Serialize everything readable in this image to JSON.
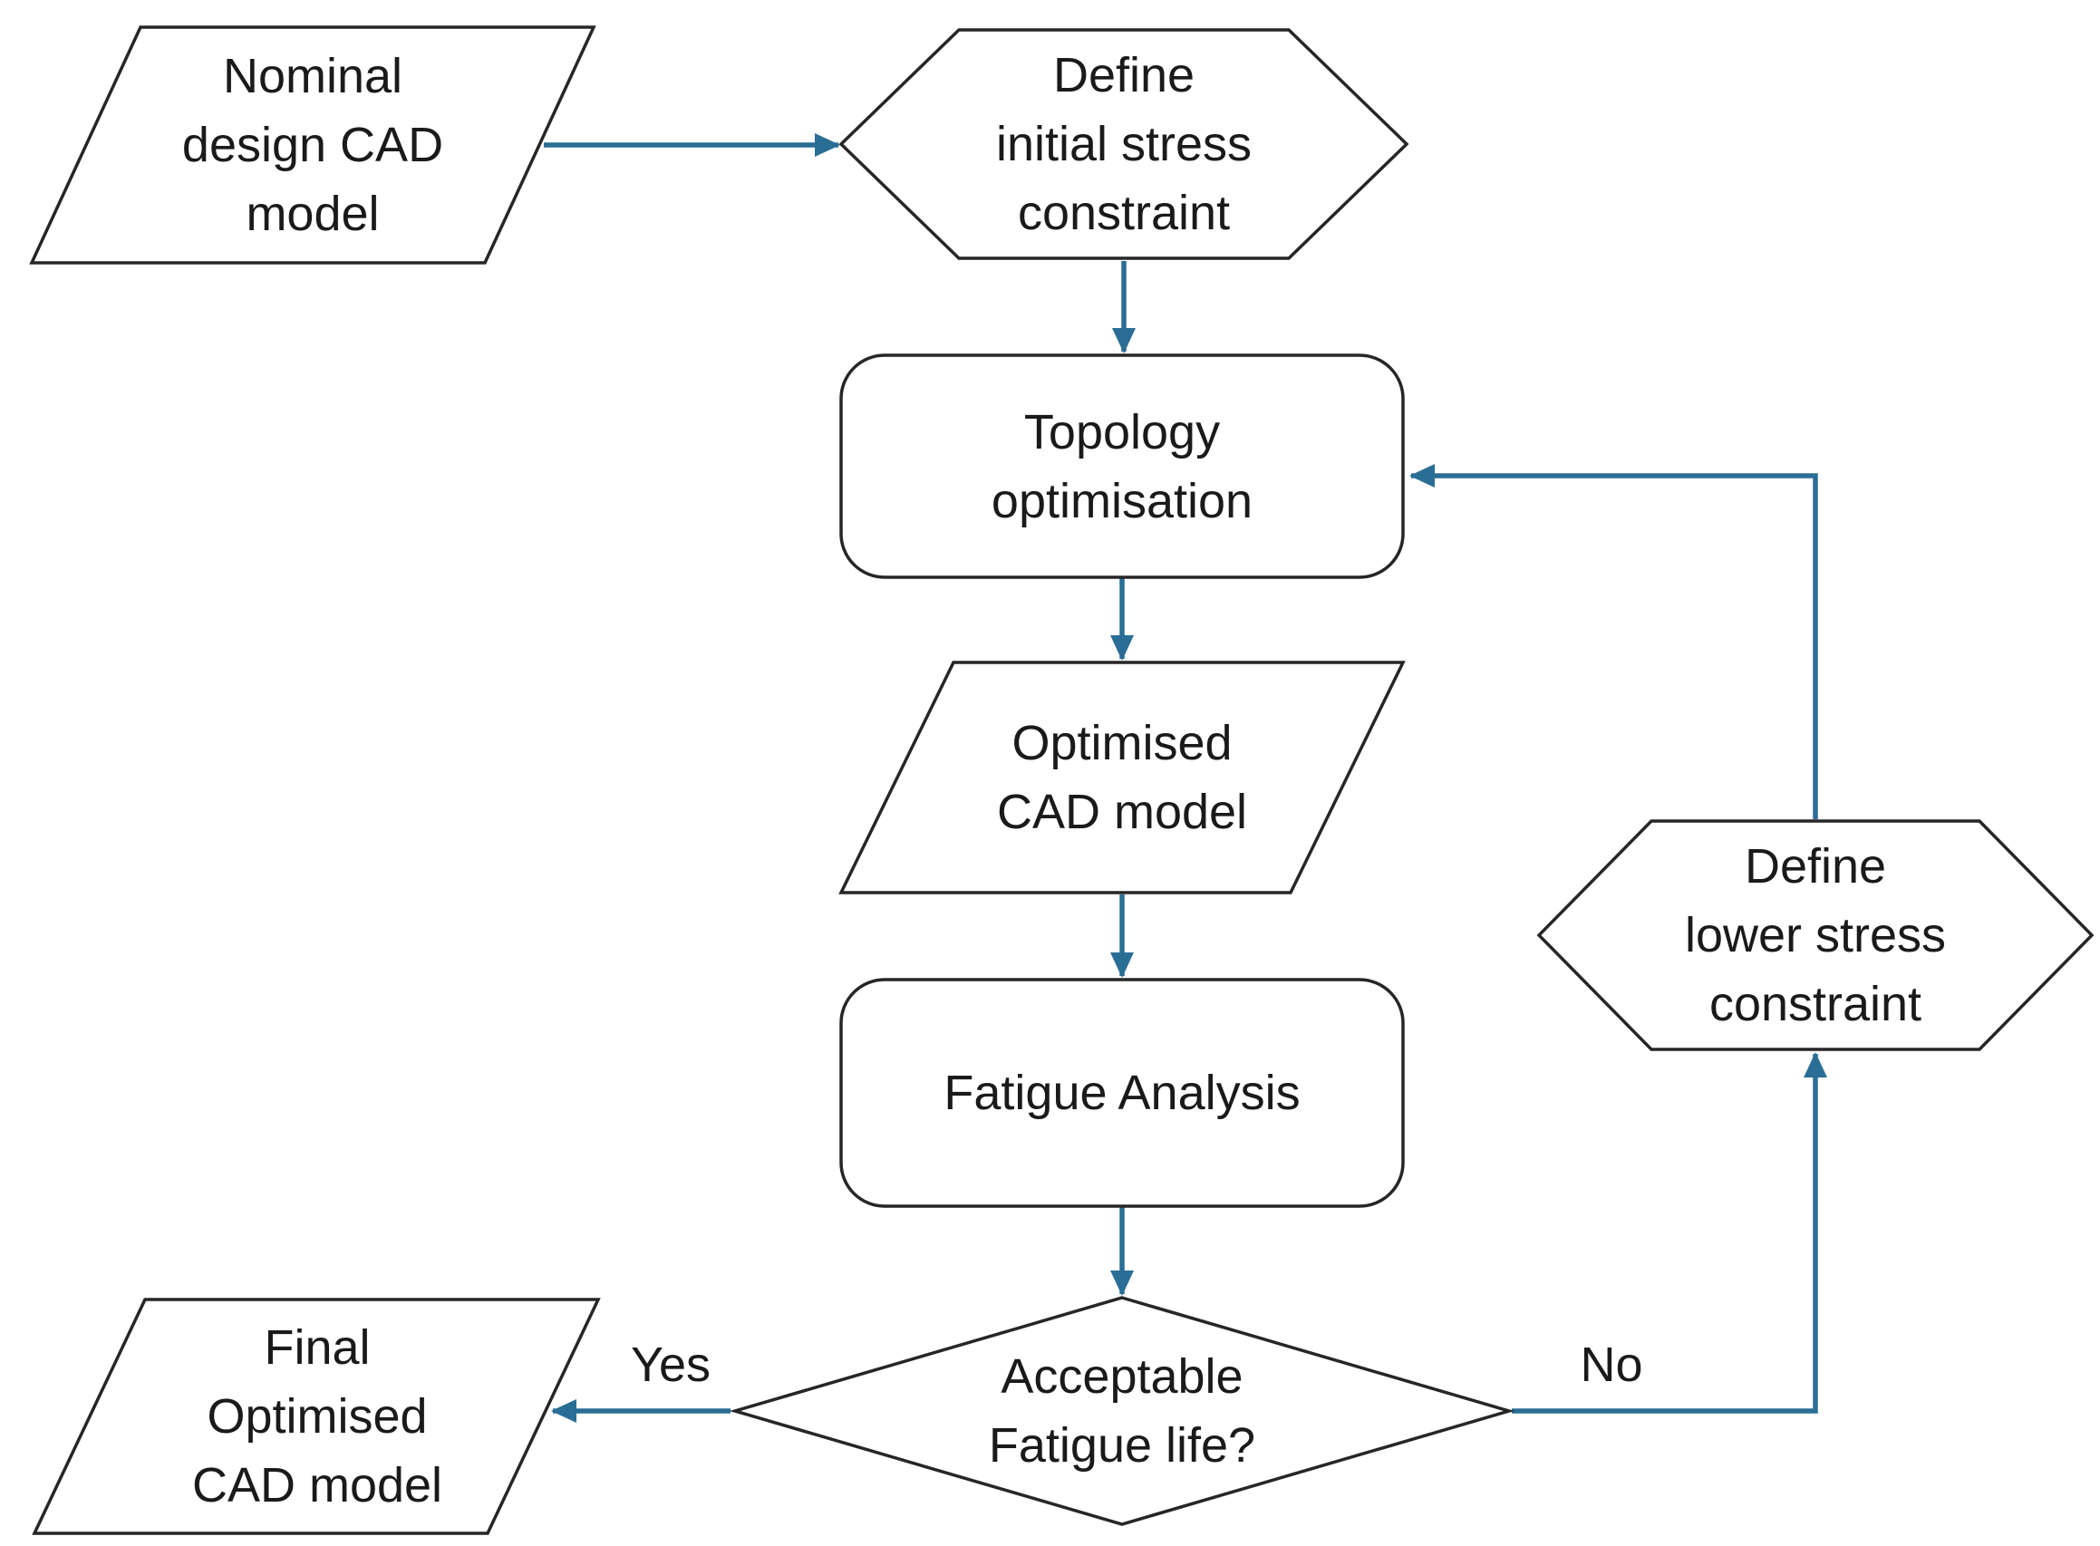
{
  "diagram": {
    "type": "flowchart",
    "description": "Topology optimisation workflow with fatigue analysis feedback loop"
  },
  "colors": {
    "arrow": "#2A6E96",
    "shape_stroke": "#262626",
    "shape_fill": "#ffffff",
    "text": "#1a1a1a",
    "background": "#ffffff"
  },
  "nodes": {
    "nominal": {
      "shape": "parallelogram",
      "role": "input",
      "lines": [
        "Nominal",
        "design CAD",
        "model"
      ]
    },
    "initial_constraint": {
      "shape": "hexagon",
      "role": "preparation",
      "lines": [
        "Define",
        "initial stress",
        "constraint"
      ]
    },
    "topology": {
      "shape": "rounded-rectangle",
      "role": "process",
      "lines": [
        "Topology",
        "optimisation"
      ]
    },
    "optimised_cad": {
      "shape": "parallelogram",
      "role": "data",
      "lines": [
        "Optimised",
        "CAD model"
      ]
    },
    "fatigue": {
      "shape": "rounded-rectangle",
      "role": "process",
      "lines": [
        "Fatigue Analysis"
      ]
    },
    "decision": {
      "shape": "diamond",
      "role": "decision",
      "lines": [
        "Acceptable",
        "Fatigue life?"
      ]
    },
    "final_cad": {
      "shape": "parallelogram",
      "role": "output",
      "lines": [
        "Final",
        "Optimised",
        "CAD model"
      ]
    },
    "lower_constraint": {
      "shape": "hexagon",
      "role": "preparation",
      "lines": [
        "Define",
        "lower stress",
        "constraint"
      ]
    }
  },
  "edges": [
    {
      "from": "nominal",
      "to": "initial_constraint",
      "label": ""
    },
    {
      "from": "initial_constraint",
      "to": "topology",
      "label": ""
    },
    {
      "from": "topology",
      "to": "optimised_cad",
      "label": ""
    },
    {
      "from": "optimised_cad",
      "to": "fatigue",
      "label": ""
    },
    {
      "from": "fatigue",
      "to": "decision",
      "label": ""
    },
    {
      "from": "decision",
      "to": "final_cad",
      "label": "Yes"
    },
    {
      "from": "decision",
      "to": "lower_constraint",
      "label": "No"
    },
    {
      "from": "lower_constraint",
      "to": "topology",
      "label": ""
    }
  ]
}
